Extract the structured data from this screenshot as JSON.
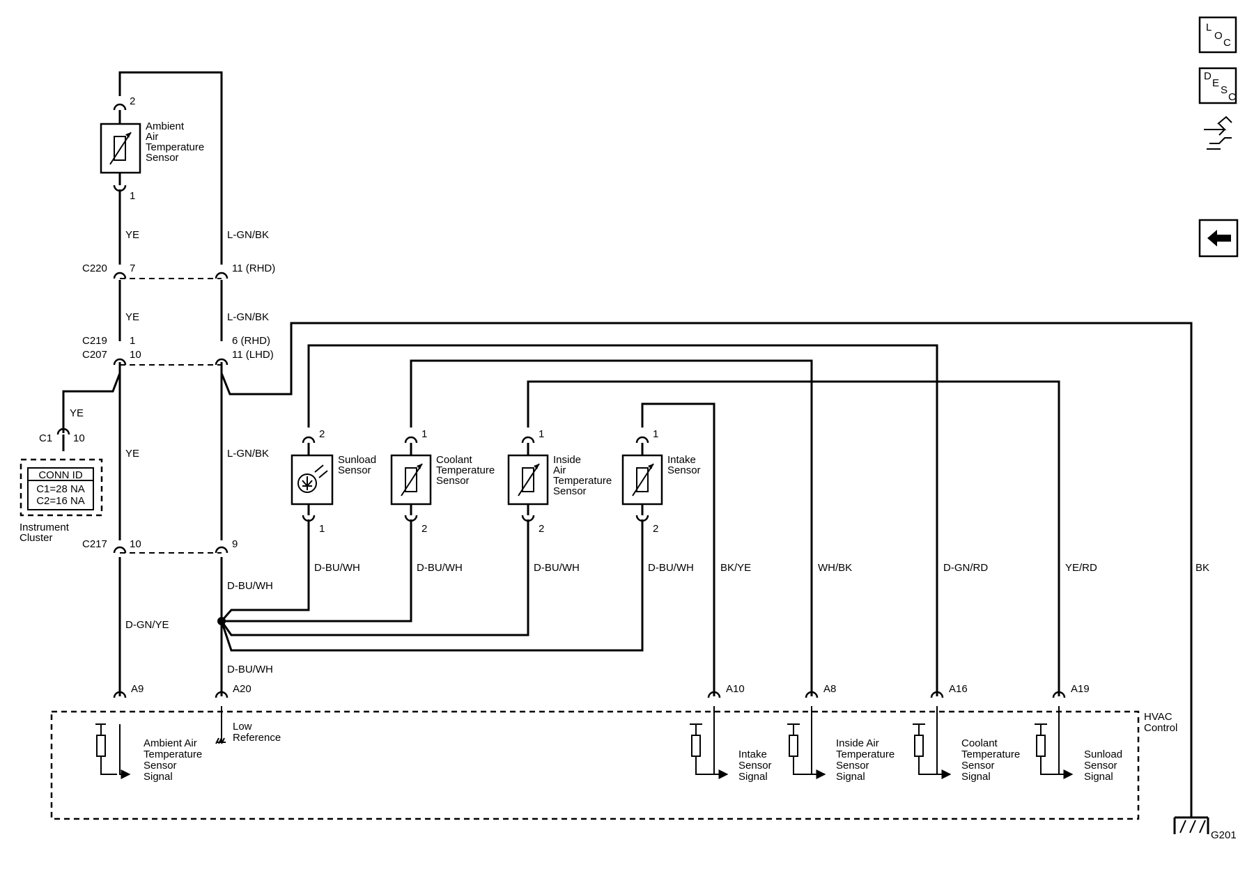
{
  "nav_icons": {
    "loc": [
      "L",
      "O",
      "C"
    ],
    "desc": [
      "D",
      "E",
      "S",
      "C"
    ],
    "connector_icon": "connector-icon",
    "back_icon": "back-arrow-icon"
  },
  "components": {
    "ambient_sensor": [
      "Ambient",
      "Air",
      "Temperature",
      "Sensor"
    ],
    "sunload_sensor": [
      "Sunload",
      "Sensor"
    ],
    "coolant_sensor": [
      "Coolant",
      "Temperature",
      "Sensor"
    ],
    "inside_air_sensor": [
      "Inside",
      "Air",
      "Temperature",
      "Sensor"
    ],
    "intake_sensor": [
      "Intake",
      "Sensor"
    ],
    "instrument_cluster": [
      "Instrument",
      "Cluster"
    ],
    "conn_id": {
      "title": "CONN ID",
      "c1": "C1=28 NA",
      "c2": "C2=16 NA"
    },
    "hvac_control": [
      "HVAC",
      "Control"
    ],
    "ground": "G201"
  },
  "pins": {
    "amb_top": "2",
    "amb_bot": "1",
    "c220_left": "7",
    "c220_right": "11 (RHD)",
    "c219_left": "1",
    "c219_right": "6 (RHD)",
    "c207_left": "10",
    "c207_right": "11 (LHD)",
    "c1_pin": "10",
    "c217_left": "10",
    "c217_right": "9",
    "sun_top": "2",
    "sun_bot": "1",
    "cool_top": "1",
    "cool_bot": "2",
    "inside_top": "1",
    "inside_bot": "2",
    "intake_top": "1",
    "intake_bot": "2",
    "a9": "A9",
    "a20": "A20",
    "a10": "A10",
    "a8": "A8",
    "a16": "A16",
    "a19": "A19"
  },
  "connectors": {
    "c220": "C220",
    "c219": "C219",
    "c207": "C207",
    "c217": "C217",
    "c1": "C1"
  },
  "wires": {
    "ye_1": "YE",
    "lgnbk_1": "L-GN/BK",
    "ye_2": "YE",
    "lgnbk_2": "L-GN/BK",
    "ye_c1": "YE",
    "ye_3": "YE",
    "lgnbk_3": "L-GN/BK",
    "dbuwh_main": "D-BU/WH",
    "dgnye": "D-GN/YE",
    "dbuwh_low": "D-BU/WH",
    "dbuwh_sun": "D-BU/WH",
    "dbuwh_cool": "D-BU/WH",
    "dbuwh_inside": "D-BU/WH",
    "dbuwh_intake": "D-BU/WH",
    "bkye": "BK/YE",
    "whbk": "WH/BK",
    "dgnrd": "D-GN/RD",
    "yerd": "YE/RD",
    "bk": "BK"
  },
  "signals": {
    "ambient": [
      "Ambient Air",
      "Temperature",
      "Sensor",
      "Signal"
    ],
    "low_ref": [
      "Low",
      "Reference"
    ],
    "intake": [
      "Intake",
      "Sensor",
      "Signal"
    ],
    "inside": [
      "Inside Air",
      "Temperature",
      "Sensor",
      "Signal"
    ],
    "coolant": [
      "Coolant",
      "Temperature",
      "Sensor",
      "Signal"
    ],
    "sunload": [
      "Sunload",
      "Sensor",
      "Signal"
    ]
  }
}
